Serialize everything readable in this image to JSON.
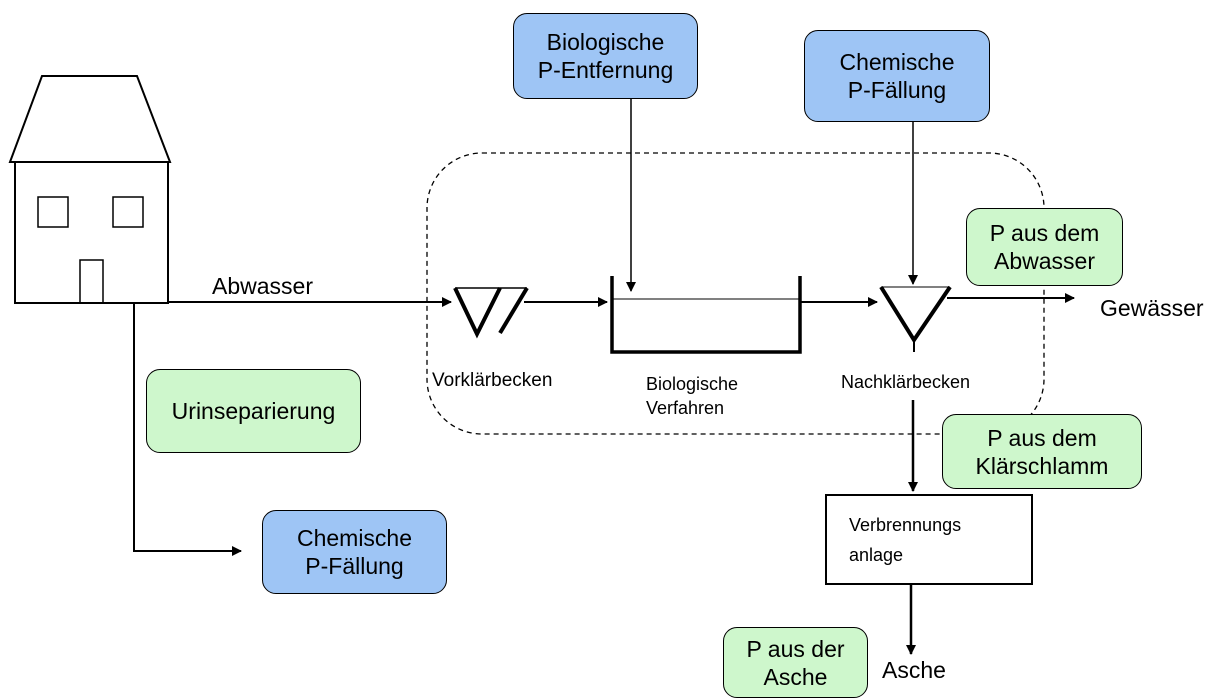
{
  "boxes": {
    "bio_p_removal": "Biologische\nP-Entfernung",
    "chem_p_top": "Chemische\nP-Fällung",
    "p_abwasser": "P aus dem\nAbwasser",
    "p_klaerschlamm": "P aus dem\nKlärschlamm",
    "urinseparierung": "Urinseparierung",
    "chem_p_bottom": "Chemische\nP-Fällung",
    "p_asche": "P aus der\nAsche",
    "verbrennungsanlage": "Verbrennungs\nanlage"
  },
  "labels": {
    "abwasser": "Abwasser",
    "gewaesser": "Gewässer",
    "vorklaerbecken": "Vorklärbecken",
    "biologische_verfahren": "Biologische\nVerfahren",
    "nachklaerbecken": "Nachklärbecken",
    "asche": "Asche"
  },
  "colors": {
    "blue_fill": "#9ec5f5",
    "green_fill": "#cef7cc",
    "line": "#000000"
  }
}
